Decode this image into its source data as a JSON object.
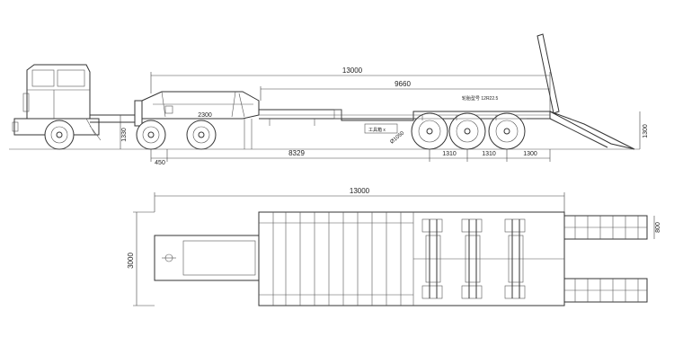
{
  "side_view": {
    "dim_overall_length": "13000",
    "dim_deck_length": "9660",
    "dim_height_left": "1330",
    "dim_height_right": "1300",
    "dim_fifth_wheel": "2300",
    "dim_front_overhang": "450",
    "dim_wheelbase": "8329",
    "axle_spacings": [
      "1310",
      "1310",
      "1300"
    ],
    "axle_label": "轮胎型号 12R22.5",
    "plate_label": "工具箱 x",
    "tire_callout": "Ø1050"
  },
  "top_view": {
    "dim_overall_length": "13000",
    "dim_width": "3000",
    "dim_ramp_width": "800"
  },
  "colors": {
    "line": "#333333",
    "background": "#ffffff"
  }
}
